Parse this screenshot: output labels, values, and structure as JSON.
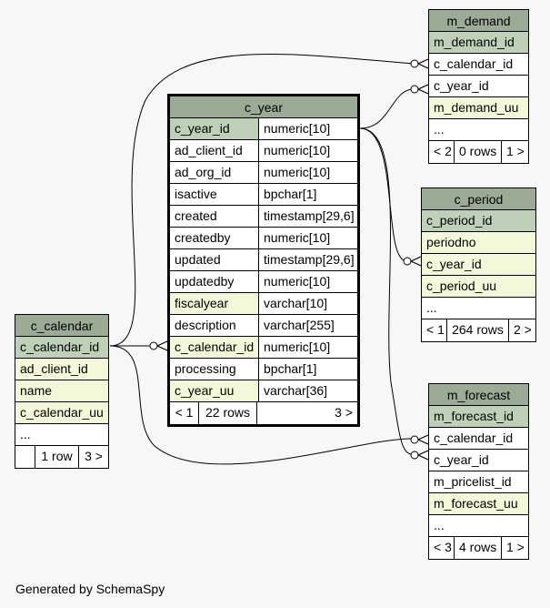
{
  "footer": {
    "generated": "Generated by SchemaSpy"
  },
  "tables": {
    "m_demand": {
      "name": "m_demand",
      "columns": [
        "m_demand_id",
        "c_calendar_id",
        "c_year_id",
        "m_demand_uu",
        "..."
      ],
      "nav": {
        "prev": "< 2",
        "rows": "0 rows",
        "next": "1 >"
      }
    },
    "c_year": {
      "name": "c_year",
      "columns": [
        {
          "name": "c_year_id",
          "type": "numeric[10]"
        },
        {
          "name": "ad_client_id",
          "type": "numeric[10]"
        },
        {
          "name": "ad_org_id",
          "type": "numeric[10]"
        },
        {
          "name": "isactive",
          "type": "bpchar[1]"
        },
        {
          "name": "created",
          "type": "timestamp[29,6]"
        },
        {
          "name": "createdby",
          "type": "numeric[10]"
        },
        {
          "name": "updated",
          "type": "timestamp[29,6]"
        },
        {
          "name": "updatedby",
          "type": "numeric[10]"
        },
        {
          "name": "fiscalyear",
          "type": "varchar[10]"
        },
        {
          "name": "description",
          "type": "varchar[255]"
        },
        {
          "name": "c_calendar_id",
          "type": "numeric[10]"
        },
        {
          "name": "processing",
          "type": "bpchar[1]"
        },
        {
          "name": "c_year_uu",
          "type": "varchar[36]"
        }
      ],
      "nav": {
        "prev": "< 1",
        "rows": "22 rows",
        "next": "3 >"
      }
    },
    "c_period": {
      "name": "c_period",
      "columns": [
        "c_period_id",
        "periodno",
        "c_year_id",
        "c_period_uu",
        "..."
      ],
      "nav": {
        "prev": "< 1",
        "rows": "264 rows",
        "next": "2 >"
      }
    },
    "c_calendar": {
      "name": "c_calendar",
      "columns": [
        "c_calendar_id",
        "ad_client_id",
        "name",
        "c_calendar_uu",
        "..."
      ],
      "nav": {
        "prev": "",
        "rows": "1 row",
        "next": "3 >"
      }
    },
    "m_forecast": {
      "name": "m_forecast",
      "columns": [
        "m_forecast_id",
        "c_calendar_id",
        "c_year_id",
        "m_pricelist_id",
        "m_forecast_uu",
        "..."
      ],
      "nav": {
        "prev": "< 3",
        "rows": "4 rows",
        "next": "1 >"
      }
    }
  }
}
